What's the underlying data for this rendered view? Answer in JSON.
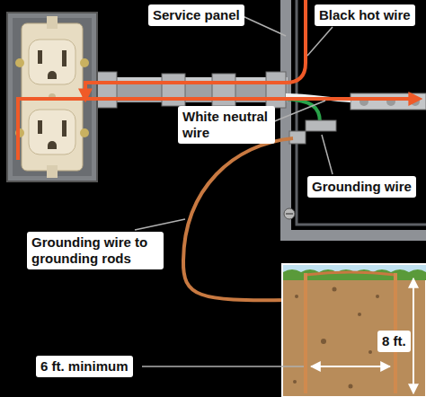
{
  "diagram": {
    "labels": [
      "Service panel",
      "Black hot wire",
      "White neutral wire",
      "Grounding wire",
      "Grounding wire to grounding rods",
      "6 ft. minimum",
      "8 ft."
    ]
  }
}
